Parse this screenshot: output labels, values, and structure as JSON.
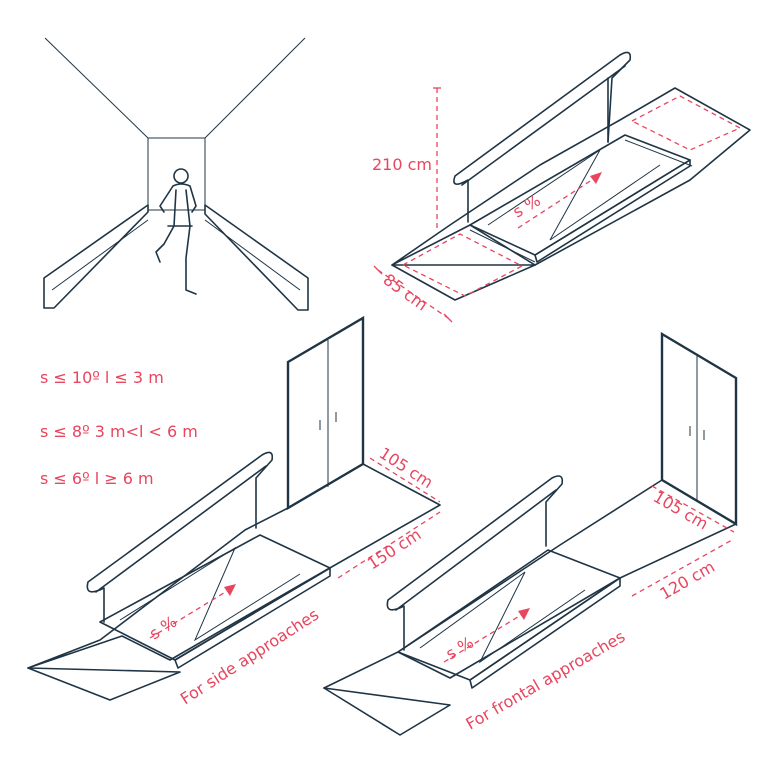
{
  "colors": {
    "ink": "#1f3545",
    "accent": "#e8455f"
  },
  "rules": [
    "s ≤ 10º  l ≤ 3 m",
    "s ≤ 8º  3 m<l < 6 m",
    "s ≤ 6º  l ≥ 6 m"
  ],
  "top_ramp": {
    "height_label": "210 cm",
    "width_label": "85 cm",
    "slope_label": "s %"
  },
  "side_ramp": {
    "slope_label": "s %",
    "door_label": "105 cm",
    "landing_label": "150 cm",
    "caption": "For side approaches"
  },
  "front_ramp": {
    "slope_label": "s %",
    "door_label": "105 cm",
    "landing_label": "120 cm",
    "caption": "For frontal approaches"
  }
}
